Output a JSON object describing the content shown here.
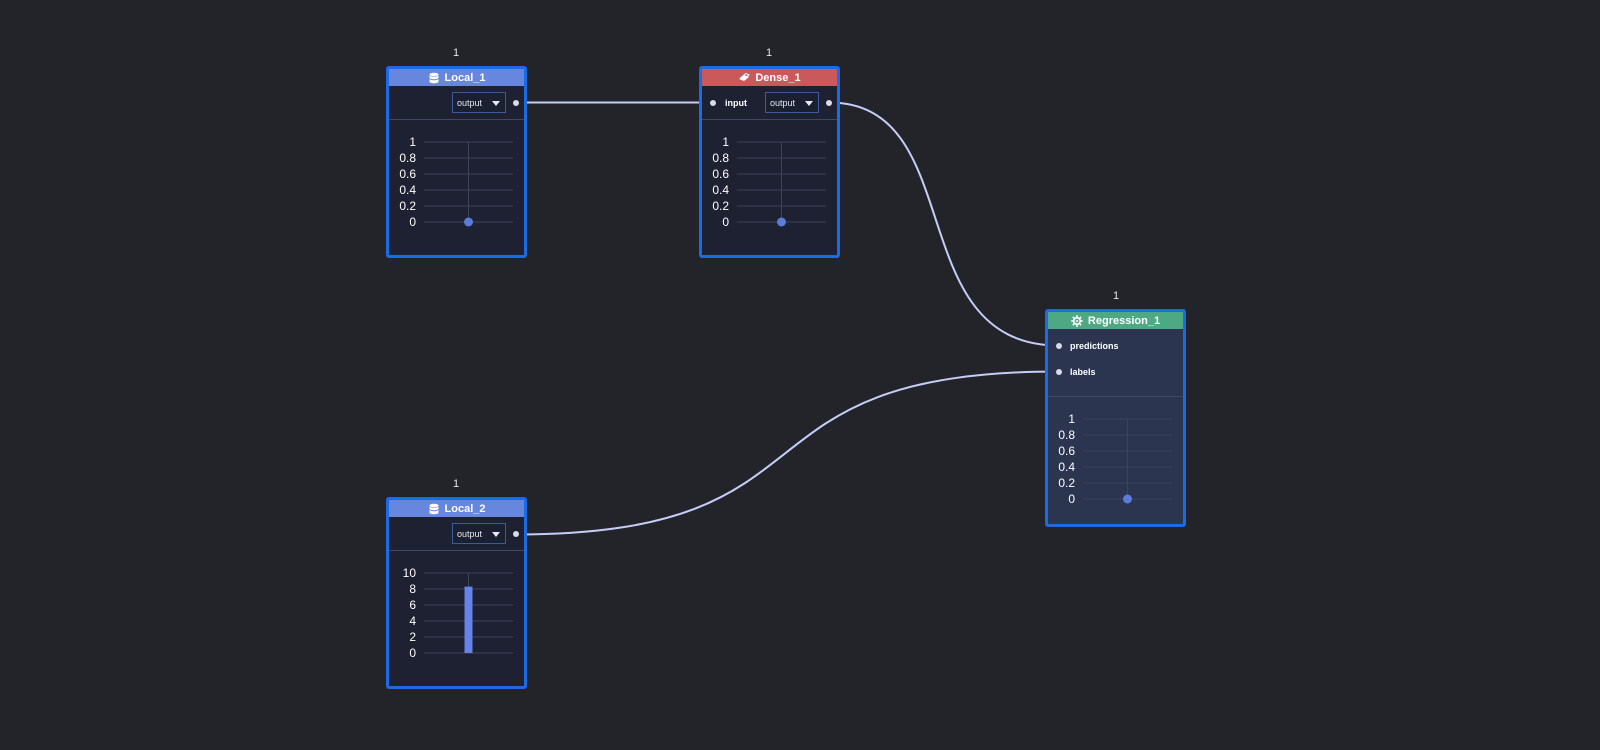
{
  "canvas": {
    "background": "#23242a",
    "wire_color": "#c4cdf7",
    "connections": [
      {
        "from": "Local_1.output",
        "to": "Dense_1.input"
      },
      {
        "from": "Dense_1.output",
        "to": "Regression_1.predictions"
      },
      {
        "from": "Local_2.output",
        "to": "Regression_1.labels"
      }
    ]
  },
  "nodes": {
    "local1": {
      "title": "Local_1",
      "icon": "database-icon",
      "color": "#6787de",
      "count": "1",
      "output_select": "output"
    },
    "dense1": {
      "title": "Dense_1",
      "icon": "layer-icon",
      "color": "#c9595a",
      "count": "1",
      "input_label": "input",
      "output_select": "output"
    },
    "regression1": {
      "title": "Regression_1",
      "icon": "gear-icon",
      "color": "#4ea883",
      "count": "1",
      "inputs": [
        "predictions",
        "labels"
      ]
    },
    "local2": {
      "title": "Local_2",
      "icon": "database-icon",
      "color": "#6787de",
      "count": "1",
      "output_select": "output"
    }
  },
  "chart_data": [
    {
      "node": "Local_1",
      "type": "scatter",
      "yticks": [
        "1",
        "0.8",
        "0.6",
        "0.4",
        "0.2",
        "0"
      ],
      "ylim": [
        0,
        1
      ],
      "points": [
        {
          "x": 0,
          "y": 0
        }
      ],
      "grid": true,
      "color": "#5b7bd9"
    },
    {
      "node": "Dense_1",
      "type": "scatter",
      "yticks": [
        "1",
        "0.8",
        "0.6",
        "0.4",
        "0.2",
        "0"
      ],
      "ylim": [
        0,
        1
      ],
      "points": [
        {
          "x": 0,
          "y": 0
        }
      ],
      "grid": true,
      "color": "#5b7bd9"
    },
    {
      "node": "Regression_1",
      "type": "scatter",
      "yticks": [
        "1",
        "0.8",
        "0.6",
        "0.4",
        "0.2",
        "0"
      ],
      "ylim": [
        0,
        1
      ],
      "points": [
        {
          "x": 0,
          "y": 0
        }
      ],
      "grid": true,
      "color": "#5b7bd9"
    },
    {
      "node": "Local_2",
      "type": "bar",
      "yticks": [
        "10",
        "8",
        "6",
        "4",
        "2",
        "0"
      ],
      "ylim": [
        0,
        10
      ],
      "values": [
        8.3
      ],
      "grid": true,
      "color": "#6484ea"
    }
  ]
}
